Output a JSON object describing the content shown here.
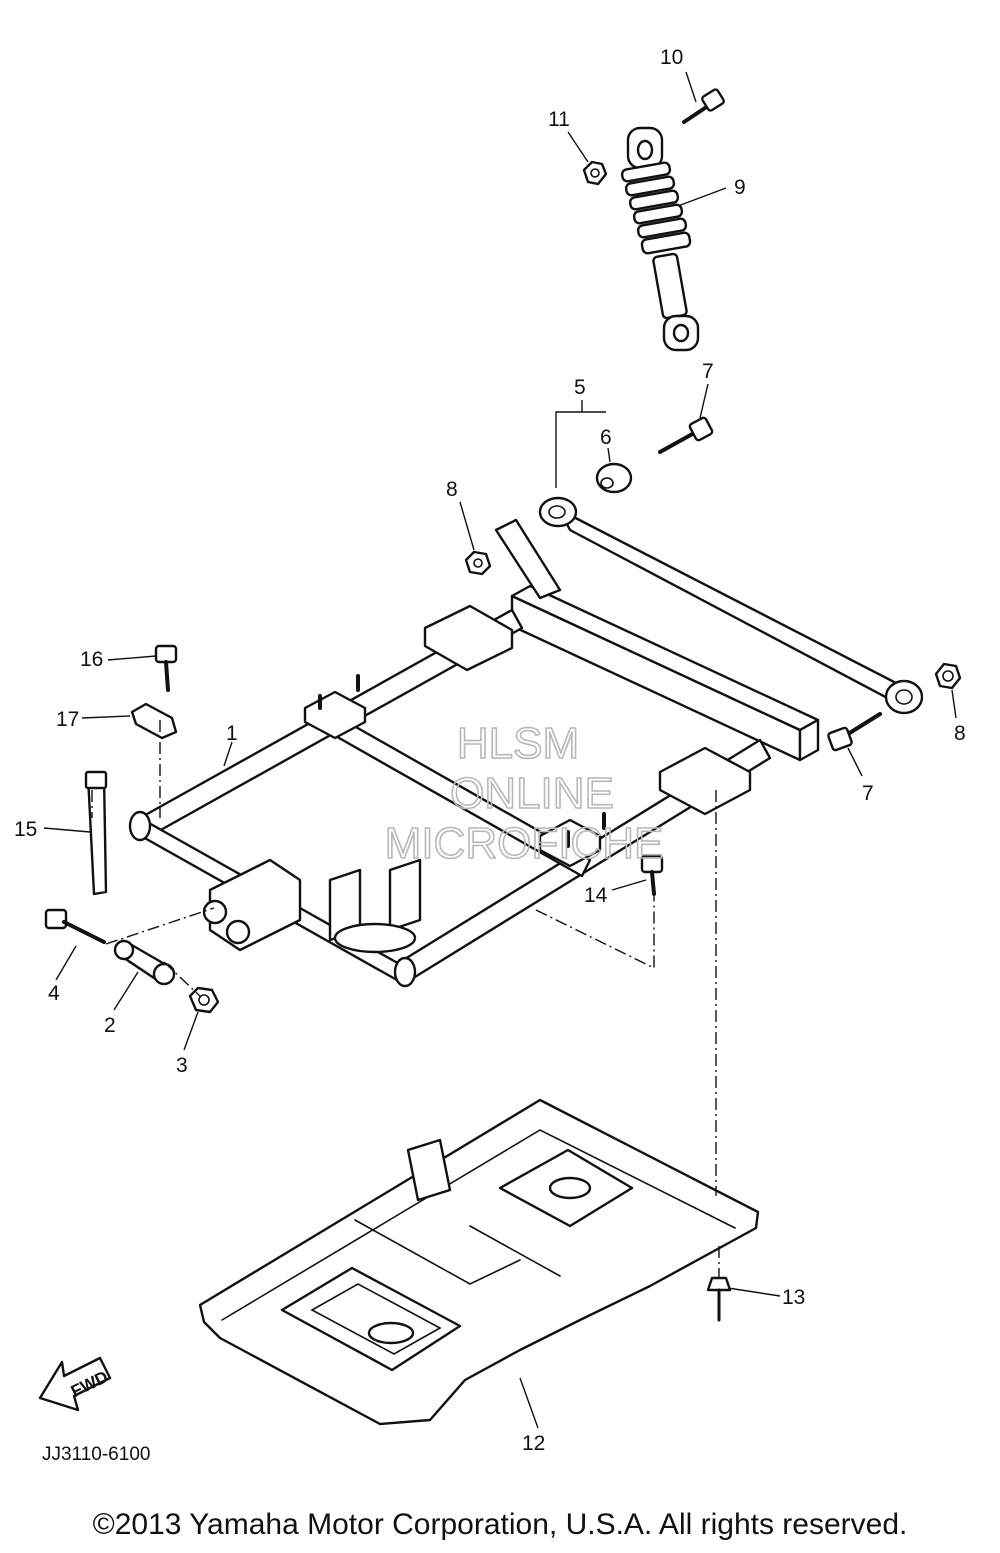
{
  "diagram": {
    "callouts": [
      {
        "id": "c1",
        "text": "1"
      },
      {
        "id": "c2",
        "text": "2"
      },
      {
        "id": "c3",
        "text": "3"
      },
      {
        "id": "c4",
        "text": "4"
      },
      {
        "id": "c5",
        "text": "5"
      },
      {
        "id": "c6",
        "text": "6"
      },
      {
        "id": "c7a",
        "text": "7"
      },
      {
        "id": "c7b",
        "text": "7"
      },
      {
        "id": "c8a",
        "text": "8"
      },
      {
        "id": "c8b",
        "text": "8"
      },
      {
        "id": "c9",
        "text": "9"
      },
      {
        "id": "c10",
        "text": "10"
      },
      {
        "id": "c11",
        "text": "11"
      },
      {
        "id": "c12",
        "text": "12"
      },
      {
        "id": "c13",
        "text": "13"
      },
      {
        "id": "c14",
        "text": "14"
      },
      {
        "id": "c15",
        "text": "15"
      },
      {
        "id": "c16",
        "text": "16"
      },
      {
        "id": "c17",
        "text": "17"
      }
    ],
    "watermark": [
      "HLSM",
      "ONLINE",
      "MICROFICHE"
    ],
    "fwd_arrow": "FWD",
    "drawing_code": "JJ3110-6100"
  },
  "footer": {
    "copyright": "©2013 Yamaha Motor Corporation, U.S.A. All rights reserved."
  }
}
